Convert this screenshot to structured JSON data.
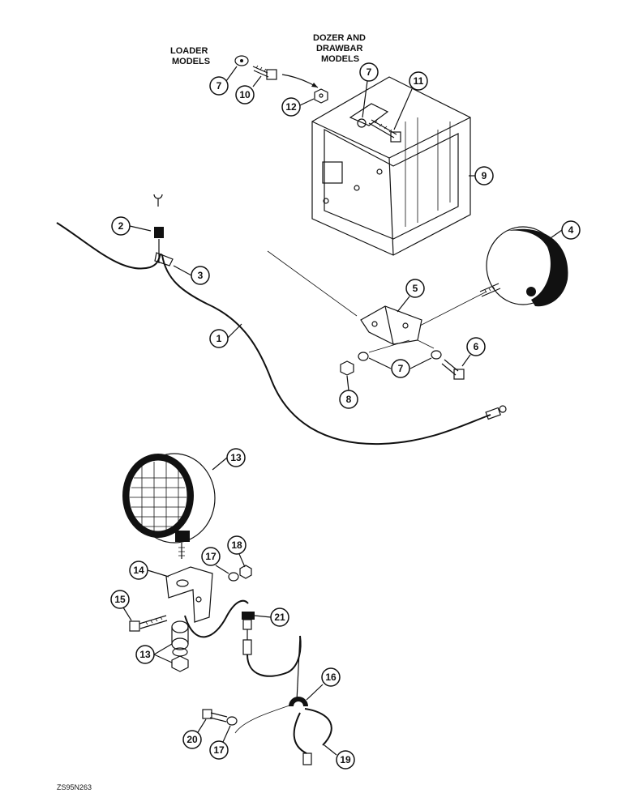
{
  "labels": {
    "loader": [
      "LOADER",
      "MODELS"
    ],
    "dozer": [
      "DOZER AND",
      "DRAWBAR",
      "MODELS"
    ]
  },
  "callouts": {
    "c1": "1",
    "c2": "2",
    "c3": "3",
    "c4": "4",
    "c5": "5",
    "c6": "6",
    "c7a": "7",
    "c7b": "7",
    "c7c": "7",
    "c8": "8",
    "c9": "9",
    "c10": "10",
    "c11": "11",
    "c12": "12",
    "c13a": "13",
    "c13b": "13",
    "c14": "14",
    "c15": "15",
    "c16": "16",
    "c17a": "17",
    "c17b": "17",
    "c18": "18",
    "c19": "19",
    "c20": "20",
    "c21": "21"
  },
  "figure_ref": "ZS95N263"
}
